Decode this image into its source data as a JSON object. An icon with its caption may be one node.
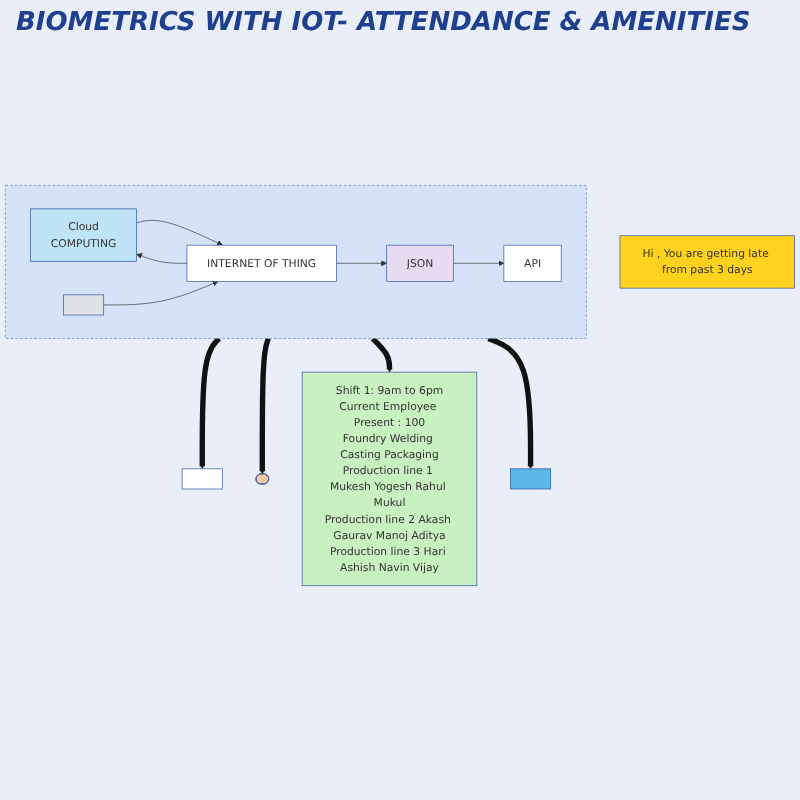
{
  "diagram": {
    "title": "BIOMETRICS WITH IOT- ATTENDANCE & AMENITIES",
    "nodes": [
      {
        "text": [],
        "shape": "box"
      },
      {
        "text": [
          "Hi , You are getting late from past 3 days"
        ]
      },
      {
        "text": [],
        "shape": "person"
      },
      {
        "text": [],
        "shape": "box"
      },
      {
        "text": [
          "Cloud",
          "COMPUTING"
        ],
        "in": 3
      },
      {
        "text": [],
        "shape": "box",
        "in": 3
      },
      {
        "text": [
          "INTERNET OF THING"
        ],
        "in": 3
      },
      {
        "text": [
          "JSON"
        ],
        "in": 3
      },
      {
        "text": [
          "API"
        ],
        "in": 3
      },
      {
        "text": [
          "Shift 1: 9am to 6pm",
          "Current Employee Present : 100",
          "Foundry Welding Casting Packaging",
          "Production line 1 Mukesh Yogesh Rahul Mukul",
          "Production line 2 Akash Gaurav Manoj Aditya",
          "Production line 3 Hari Ashish Navin Vijay"
        ]
      },
      {
        "text": [],
        "shape": "box"
      }
    ],
    "edges": [
      {
        "from": 3,
        "to": 0,
        "arrow": "to",
        "style": "thick",
        "color": "#111111"
      },
      {
        "from": 3,
        "to": 2,
        "arrow": "to",
        "style": "thick",
        "color": "#111111"
      },
      {
        "from": 4,
        "to": 6,
        "arrow": "to"
      },
      {
        "from": 6,
        "to": 4,
        "arrow": "to"
      },
      {
        "from": 5,
        "to": 6,
        "arrow": "to"
      },
      {
        "from": 6,
        "to": 7,
        "arrow": "to"
      },
      {
        "from": 7,
        "to": 8,
        "arrow": "to"
      },
      {
        "from": 3,
        "to": 9,
        "arrow": "to",
        "style": "thick",
        "color": "#111111"
      },
      {
        "from": 3,
        "to": 10,
        "arrow": "to",
        "style": "thick",
        "color": "#111111"
      }
    ]
  }
}
